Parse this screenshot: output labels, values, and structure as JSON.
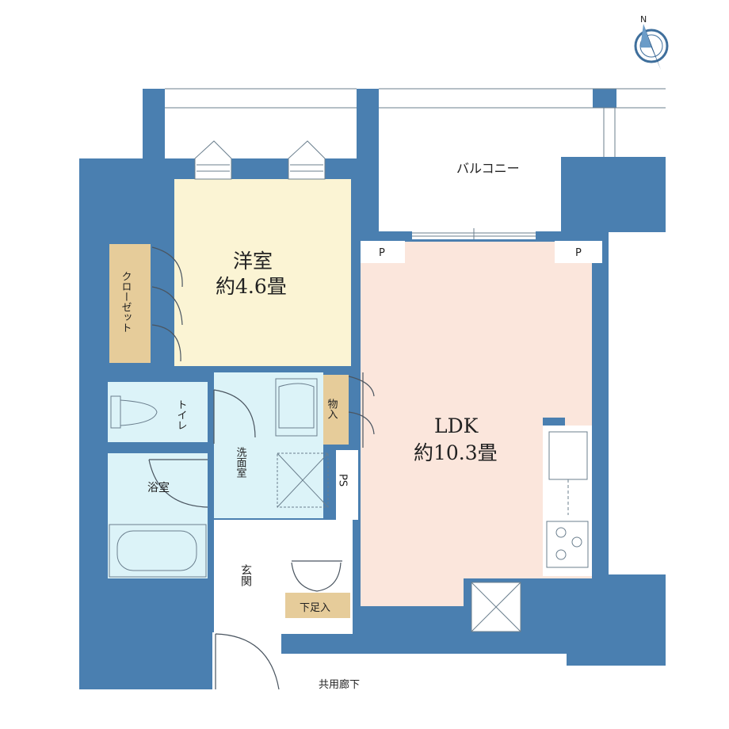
{
  "colors": {
    "wall": "#4a7fb0",
    "bedroom": "#fbf4d4",
    "ldk": "#fbe6dc",
    "wet": "#dcf3f8",
    "storage": "#e6cc9a",
    "open": "#ffffff"
  },
  "compass": {
    "letter": "N"
  },
  "rooms": {
    "bedroom": {
      "name": "洋室",
      "size": "約4.6畳"
    },
    "ldk": {
      "name": "LDK",
      "size": "約10.3畳"
    }
  },
  "labels": {
    "balcony": "バルコニー",
    "closet": "クローゼット",
    "toilet": "トイレ",
    "washroom": "洗面室",
    "bathroom": "浴室",
    "storage": "物入",
    "ps": "PS",
    "entrance": "玄関",
    "shoe_storage": "下足入",
    "corridor": "共用廊下",
    "p_left": "P",
    "p_right": "P"
  }
}
